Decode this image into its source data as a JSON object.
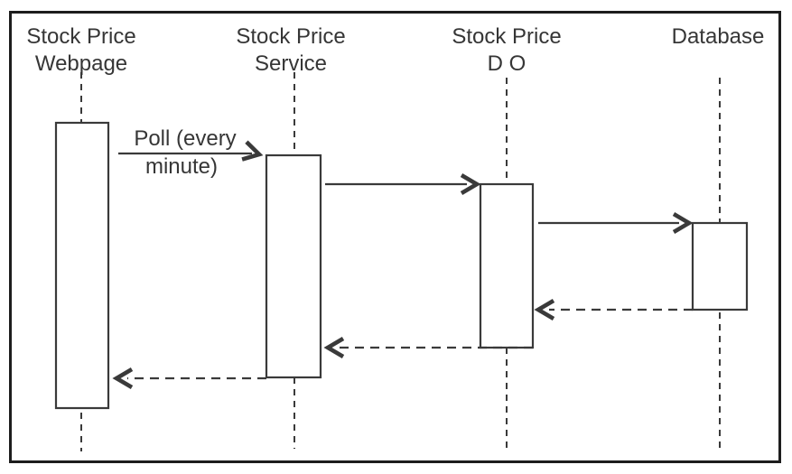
{
  "diagram_type": "uml-sequence-diagram",
  "participants": [
    {
      "id": "stock-price-webpage",
      "label_line1": "Stock Price",
      "label_line2": "Webpage"
    },
    {
      "id": "stock-price-service",
      "label_line1": "Stock Price",
      "label_line2": "Service"
    },
    {
      "id": "stock-price-dao",
      "label_line1": "Stock Price",
      "label_line2": "D O"
    },
    {
      "id": "database",
      "label_line1": "Database",
      "label_line2": ""
    }
  ],
  "messages": [
    {
      "from": "stock-price-webpage",
      "to": "stock-price-service",
      "label_line1": "Poll (every",
      "label_line2": "minute)",
      "line_style": "solid",
      "direction": "right"
    },
    {
      "from": "stock-price-service",
      "to": "stock-price-dao",
      "label_line1": "",
      "label_line2": "",
      "line_style": "solid",
      "direction": "right"
    },
    {
      "from": "stock-price-dao",
      "to": "database",
      "label_line1": "",
      "label_line2": "",
      "line_style": "solid",
      "direction": "right"
    },
    {
      "from": "database",
      "to": "stock-price-dao",
      "label_line1": "",
      "label_line2": "",
      "line_style": "dashed",
      "direction": "left"
    },
    {
      "from": "stock-price-dao",
      "to": "stock-price-service",
      "label_line1": "",
      "label_line2": "",
      "line_style": "dashed",
      "direction": "left"
    },
    {
      "from": "stock-price-service",
      "to": "stock-price-webpage",
      "label_line1": "",
      "label_line2": "",
      "line_style": "dashed",
      "direction": "left"
    }
  ],
  "colors": {
    "stroke": "#3a3a3a",
    "frame_border": "#1d1d1d",
    "background": "#ffffff"
  }
}
